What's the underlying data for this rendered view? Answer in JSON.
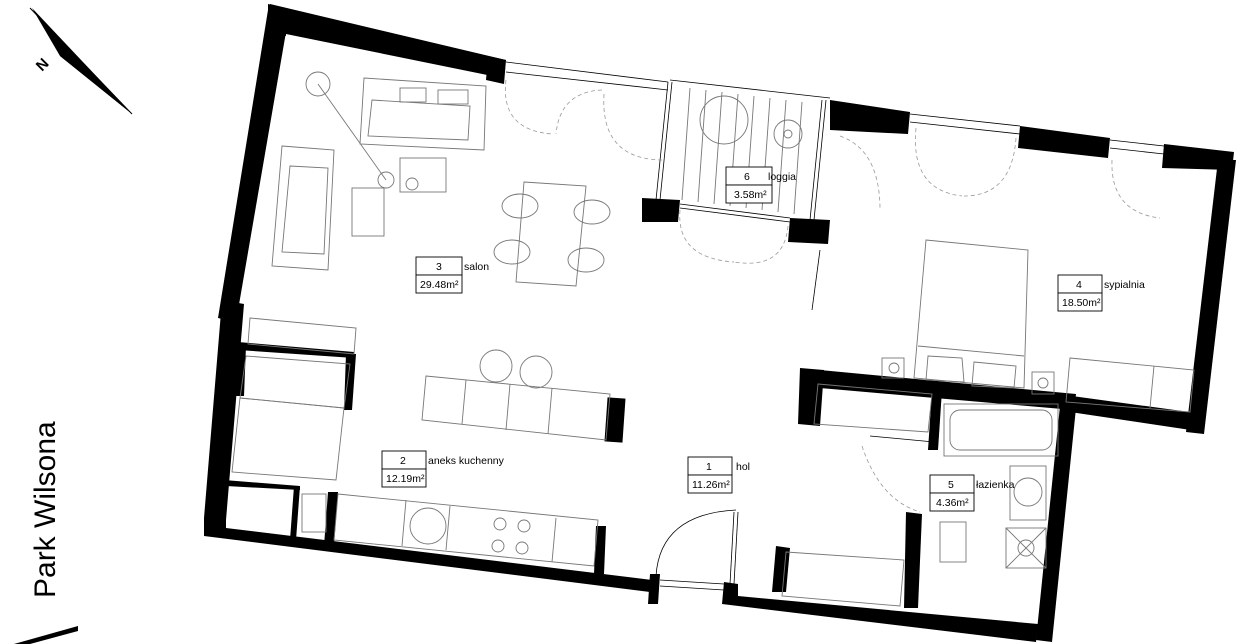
{
  "street_label": "Park Wilsona",
  "north_label": "N",
  "rooms": [
    {
      "number": "1",
      "name": "hol",
      "area": "11.26m²"
    },
    {
      "number": "2",
      "name": "aneks kuchenny",
      "area": "12.19m²"
    },
    {
      "number": "3",
      "name": "salon",
      "area": "29.48m²"
    },
    {
      "number": "4",
      "name": "sypialnia",
      "area": "18.50m²"
    },
    {
      "number": "5",
      "name": "łazienka",
      "area": "4.36m²"
    },
    {
      "number": "6",
      "name": "loggia",
      "area": "3.58m²"
    }
  ],
  "colors": {
    "wall": "#000000",
    "furniture": "#777777",
    "background": "#ffffff"
  }
}
